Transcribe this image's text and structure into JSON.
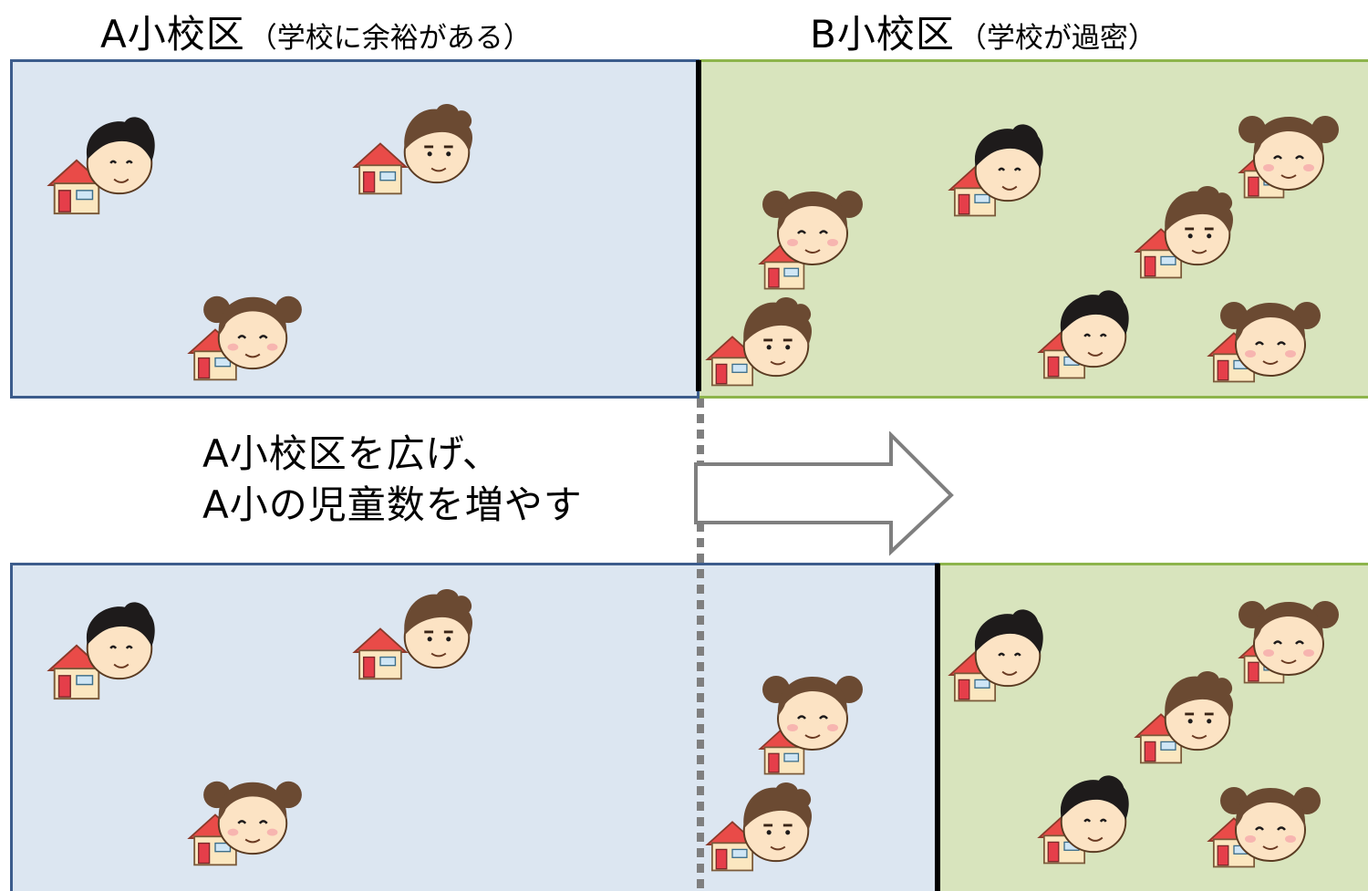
{
  "header_a": {
    "main": "A小校区",
    "sub": "（学校に余裕がある）"
  },
  "header_b": {
    "main": "B小校区",
    "sub": "（学校が過密）"
  },
  "caption": {
    "line1": "A小校区を広げ、",
    "line2": "A小の児童数を増やす"
  },
  "colors": {
    "zone_a_fill": "#dce6f1",
    "zone_a_border": "#3c5c8c",
    "zone_b_fill": "#d8e4bd",
    "zone_b_border": "#8db44b",
    "divider": "#000000",
    "dotted_line": "#7f7f7f",
    "arrow": "#7f7f7f"
  },
  "icons": [
    "house-icon",
    "boy-icon",
    "boy-spiky-icon",
    "girl-icon",
    "arrow-right-icon"
  ]
}
